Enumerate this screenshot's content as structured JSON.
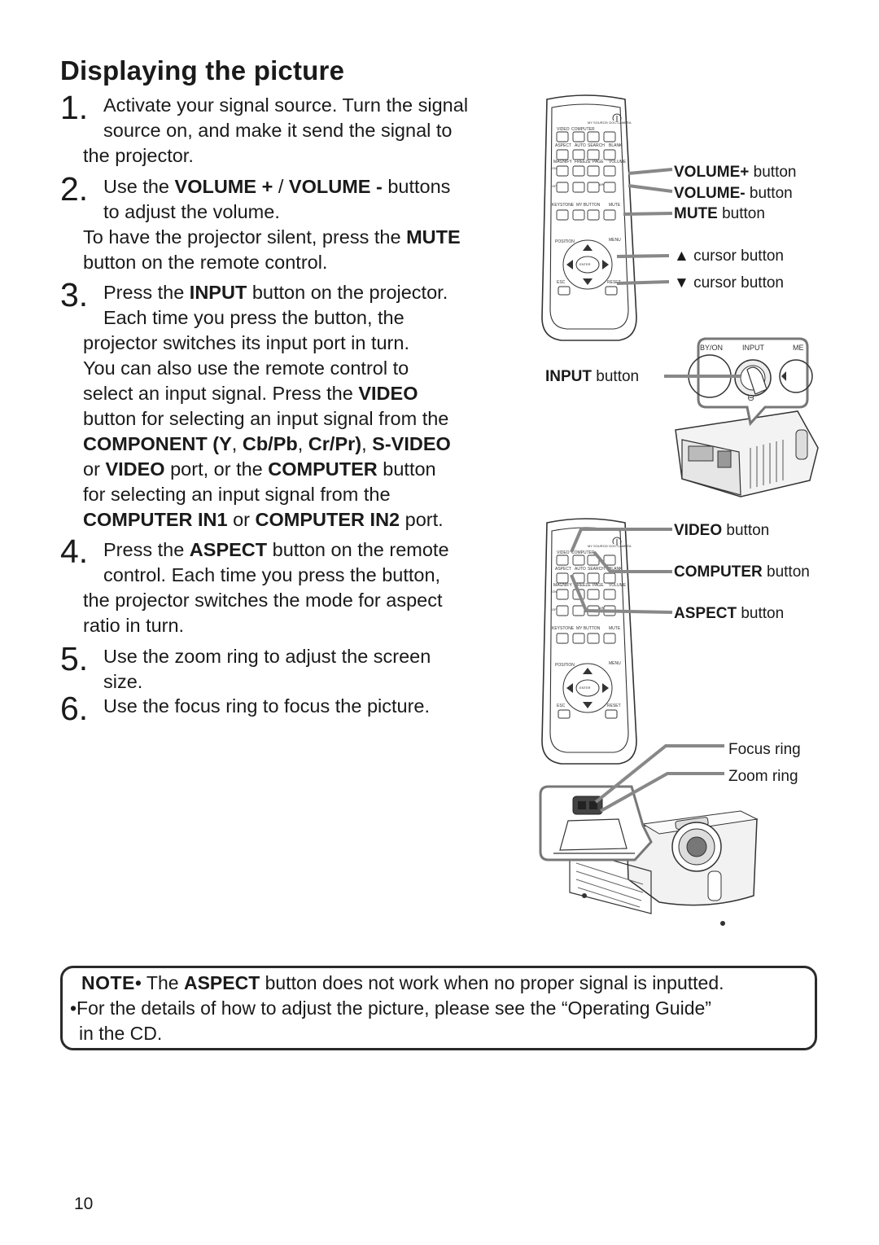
{
  "title": "Displaying the picture",
  "steps": [
    {
      "num": "1.",
      "lines": [
        [
          {
            "t": "Activate your signal source. Turn the signal"
          }
        ],
        [
          {
            "t": "source on, and make it send the signal to"
          }
        ],
        [
          {
            "t": "the projector."
          }
        ]
      ]
    },
    {
      "num": "2.",
      "lines": [
        [
          {
            "t": "Use the "
          },
          {
            "t": "VOLUME +",
            "b": true
          },
          {
            "t": " / "
          },
          {
            "t": "VOLUME -",
            "b": true
          },
          {
            "t": " buttons"
          }
        ],
        [
          {
            "t": "to adjust the volume."
          }
        ],
        [
          {
            "t": "To have the projector silent, press the "
          },
          {
            "t": "MUTE",
            "b": true
          }
        ],
        [
          {
            "t": "button on the remote control."
          }
        ]
      ]
    },
    {
      "num": "3.",
      "lines": [
        [
          {
            "t": "Press the "
          },
          {
            "t": "INPUT",
            "b": true
          },
          {
            "t": " button on the projector."
          }
        ],
        [
          {
            "t": "Each time you press the button, the"
          }
        ],
        [
          {
            "t": "projector switches its input port in turn."
          }
        ],
        [
          {
            "t": "You can also use the remote control to"
          }
        ],
        [
          {
            "t": "select an input signal. Press the "
          },
          {
            "t": "VIDEO",
            "b": true
          }
        ],
        [
          {
            "t": "button for selecting an input signal from the"
          }
        ],
        [
          {
            "t": "COMPONENT (Y",
            "b": true
          },
          {
            "t": ", "
          },
          {
            "t": "Cb/Pb",
            "b": true
          },
          {
            "t": ", "
          },
          {
            "t": "Cr/Pr)",
            "b": true
          },
          {
            "t": ", "
          },
          {
            "t": "S-VIDEO",
            "b": true
          }
        ],
        [
          {
            "t": "or "
          },
          {
            "t": "VIDEO",
            "b": true
          },
          {
            "t": " port, or the "
          },
          {
            "t": "COMPUTER",
            "b": true
          },
          {
            "t": " button"
          }
        ],
        [
          {
            "t": "for selecting an input signal from the"
          }
        ],
        [
          {
            "t": "COMPUTER IN1",
            "b": true
          },
          {
            "t": " or "
          },
          {
            "t": "COMPUTER IN2",
            "b": true
          },
          {
            "t": " port."
          }
        ]
      ]
    },
    {
      "num": "4.",
      "lines": [
        [
          {
            "t": "Press the "
          },
          {
            "t": "ASPECT",
            "b": true
          },
          {
            "t": " button on the remote"
          }
        ],
        [
          {
            "t": "control. Each time you press the button,"
          }
        ],
        [
          {
            "t": "the projector switches the mode for aspect"
          }
        ],
        [
          {
            "t": "ratio in turn."
          }
        ]
      ]
    },
    {
      "num": "5.",
      "lines": [
        [
          {
            "t": "Use the zoom ring to adjust the screen"
          }
        ],
        [
          {
            "t": "size."
          }
        ]
      ]
    },
    {
      "num": "6.",
      "lines": [
        [
          {
            "t": "Use the focus ring to focus the picture."
          }
        ]
      ]
    }
  ],
  "figure1_labels": [
    [
      {
        "t": "VOLUME+",
        "b": true
      },
      {
        "t": " button"
      }
    ],
    [
      {
        "t": "VOLUME-",
        "b": true
      },
      {
        "t": " button"
      }
    ],
    [
      {
        "t": "MUTE",
        "b": true
      },
      {
        "t": " button"
      }
    ],
    [
      {
        "t": "▲ cursor button"
      }
    ],
    [
      {
        "t": "▼ cursor button"
      }
    ]
  ],
  "input_label": [
    {
      "t": "INPUT",
      "b": true
    },
    {
      "t": " button"
    }
  ],
  "panel_labels": {
    "standby": "BY/ON",
    "input": "INPUT",
    "menu": "ME"
  },
  "figure2_labels": [
    [
      {
        "t": "VIDEO",
        "b": true
      },
      {
        "t": " button"
      }
    ],
    [
      {
        "t": "COMPUTER",
        "b": true
      },
      {
        "t": " button"
      }
    ],
    [
      {
        "t": "ASPECT",
        "b": true
      },
      {
        "t": " button"
      }
    ]
  ],
  "figure3_labels": [
    "Focus ring",
    "Zoom ring"
  ],
  "remote_text": {
    "video": "VIDEO",
    "computer": "COMPUTER",
    "my_source": "MY SOURCE/ DOC.CAMERA",
    "aspect": "ASPECT",
    "auto": "AUTO",
    "search": "SEARCH",
    "blank": "BLANK",
    "magnify": "MAGNIFY",
    "freeze": "FREEZE",
    "page": "PAGE",
    "volume": "VOLUME",
    "on": "ON",
    "off": "OFF",
    "up": "UP",
    "down": "DOWN",
    "keystone": "KEYSTONE",
    "my_button": "MY BUTTON",
    "mute": "MUTE",
    "position": "POSITION",
    "menu": "MENU",
    "enter": "ENTER",
    "esc": "ESC",
    "reset": "RESET"
  },
  "note": {
    "head": "NOTE",
    "line1": [
      {
        "t": "• The "
      },
      {
        "t": "ASPECT",
        "b": true
      },
      {
        "t": " button does not work when no proper signal is inputted."
      }
    ],
    "line2": "•For the details of how to adjust the picture, please see the “Operating Guide”",
    "line3": "in the CD."
  },
  "page_number": "10"
}
